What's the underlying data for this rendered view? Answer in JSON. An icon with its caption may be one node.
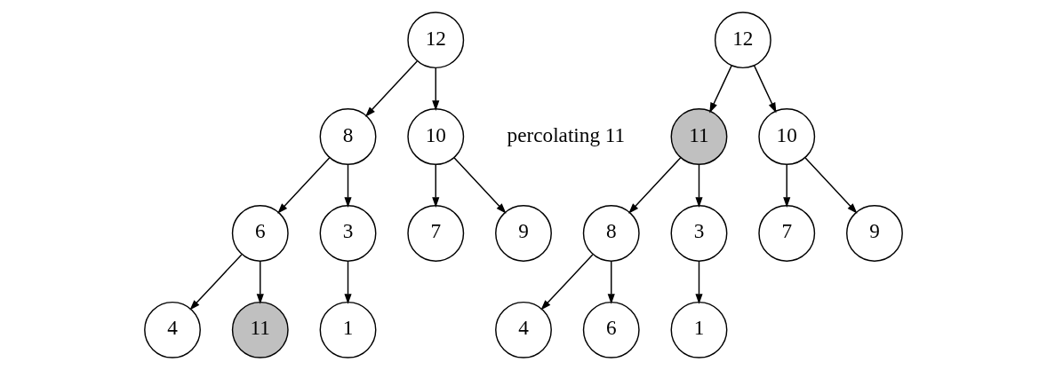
{
  "diagram": {
    "nodes": [
      {
        "text": [
          "12"
        ]
      },
      {
        "text": [
          "8"
        ]
      },
      {
        "text": [
          "10"
        ]
      },
      {
        "text": [
          "6"
        ]
      },
      {
        "text": [
          "3"
        ]
      },
      {
        "text": [
          "7"
        ]
      },
      {
        "text": [
          "9"
        ]
      },
      {
        "text": [
          "4"
        ]
      },
      {
        "text": [
          "11"
        ]
      },
      {
        "text": [
          "1"
        ]
      },
      {
        "text": [
          "12"
        ]
      },
      {
        "text": [
          "11"
        ]
      },
      {
        "text": [
          "10"
        ]
      },
      {
        "text": [
          "8"
        ]
      },
      {
        "text": [
          "3"
        ]
      },
      {
        "text": [
          "7"
        ]
      },
      {
        "text": [
          "9"
        ]
      },
      {
        "text": [
          "4"
        ]
      },
      {
        "text": [
          "6"
        ]
      },
      {
        "text": [
          "1"
        ]
      }
    ],
    "edges": [
      {
        "from": 0,
        "to": 1,
        "arrow": "to"
      },
      {
        "from": 0,
        "to": 2,
        "arrow": "to"
      },
      {
        "from": 1,
        "to": 3,
        "arrow": "to"
      },
      {
        "from": 1,
        "to": 4,
        "arrow": "to"
      },
      {
        "from": 2,
        "to": 5,
        "arrow": "to"
      },
      {
        "from": 2,
        "to": 6,
        "arrow": "to"
      },
      {
        "from": 3,
        "to": 7,
        "arrow": "to"
      },
      {
        "from": 3,
        "to": 8,
        "arrow": "to"
      },
      {
        "from": 4,
        "to": 9,
        "arrow": "to"
      },
      {
        "from": 10,
        "to": 11,
        "arrow": "to"
      },
      {
        "from": 10,
        "to": 12,
        "arrow": "to"
      },
      {
        "from": 11,
        "to": 13,
        "arrow": "to"
      },
      {
        "from": 11,
        "to": 14,
        "arrow": "to"
      },
      {
        "from": 12,
        "to": 15,
        "arrow": "to"
      },
      {
        "from": 12,
        "to": 16,
        "arrow": "to"
      },
      {
        "from": 13,
        "to": 17,
        "arrow": "to"
      },
      {
        "from": 13,
        "to": 18,
        "arrow": "to"
      },
      {
        "from": 14,
        "to": 19,
        "arrow": "to"
      }
    ],
    "labels": [
      "percolating 11"
    ]
  }
}
